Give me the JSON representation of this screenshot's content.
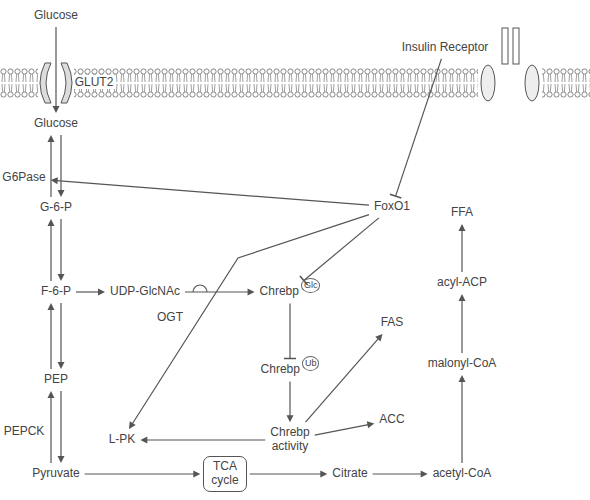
{
  "diagram": {
    "nodes": [
      {
        "text": [
          "Glucose"
        ]
      },
      {
        "text": [
          "Insulin Receptor"
        ]
      },
      {
        "text": [
          "Glucose"
        ]
      },
      {
        "text": [
          "G6Pase"
        ]
      },
      {
        "text": [
          "G-6-P"
        ]
      },
      {
        "text": [
          "FoxO1"
        ]
      },
      {
        "text": [
          "FFA"
        ]
      },
      {
        "text": [
          "F-6-P"
        ]
      },
      {
        "text": [
          "UDP-GlcNAc"
        ]
      },
      {
        "text": [
          "Chrebp",
          "Glc"
        ]
      },
      {
        "text": [
          "acyl-ACP"
        ]
      },
      {
        "text": [
          "OGT"
        ]
      },
      {
        "text": [
          "Chrebp",
          "Ub"
        ]
      },
      {
        "text": [
          "FAS"
        ]
      },
      {
        "text": [
          "malonyl-CoA"
        ]
      },
      {
        "text": [
          "PEP"
        ]
      },
      {
        "text": [
          "ACC"
        ]
      },
      {
        "text": [
          "L-PK"
        ]
      },
      {
        "text": [
          "Chrebp activity"
        ]
      },
      {
        "text": [
          "PEPCK"
        ]
      },
      {
        "text": [
          "Pyruvate"
        ]
      },
      {
        "text": [
          "TCA cycle"
        ]
      },
      {
        "text": [
          "Citrate"
        ]
      },
      {
        "text": [
          "acetyl-CoA"
        ]
      }
    ],
    "edges": [
      {
        "from": 0,
        "to": 2,
        "arrow": "to"
      },
      {
        "from": 2,
        "to": 4,
        "arrow": "to"
      },
      {
        "from": 4,
        "to": 2,
        "arrow": "to"
      },
      {
        "from": 4,
        "to": 7,
        "arrow": "to"
      },
      {
        "from": 7,
        "to": 4,
        "arrow": "to"
      },
      {
        "from": 7,
        "to": 15,
        "arrow": "to"
      },
      {
        "from": 15,
        "to": 7,
        "arrow": "to"
      },
      {
        "from": 15,
        "to": 20,
        "arrow": "to"
      },
      {
        "from": 20,
        "to": 15,
        "arrow": "to"
      },
      {
        "from": 7,
        "to": 8,
        "arrow": "to"
      },
      {
        "from": 8,
        "to": 9,
        "arrow": "to"
      },
      {
        "from": 1,
        "to": 5,
        "arrow": "to"
      },
      {
        "from": 5,
        "to": 3,
        "arrow": "to"
      },
      {
        "from": 5,
        "to": 17,
        "arrow": "to"
      },
      {
        "from": 5,
        "to": 9,
        "arrow": "to"
      },
      {
        "from": 9,
        "to": 12,
        "arrow": "to"
      },
      {
        "from": 12,
        "to": 18,
        "arrow": "to"
      },
      {
        "from": 18,
        "to": 17,
        "arrow": "to"
      },
      {
        "from": 18,
        "to": 13,
        "arrow": "to"
      },
      {
        "from": 18,
        "to": 16,
        "arrow": "to"
      },
      {
        "from": 20,
        "to": 21,
        "arrow": "to"
      },
      {
        "from": 21,
        "to": 22,
        "arrow": "to"
      },
      {
        "from": 22,
        "to": 23,
        "arrow": "to"
      },
      {
        "from": 23,
        "to": 14,
        "arrow": "to"
      },
      {
        "from": 14,
        "to": 10,
        "arrow": "to"
      },
      {
        "from": 10,
        "to": 6,
        "arrow": "to"
      }
    ],
    "labels": [
      "GLUT2"
    ]
  }
}
